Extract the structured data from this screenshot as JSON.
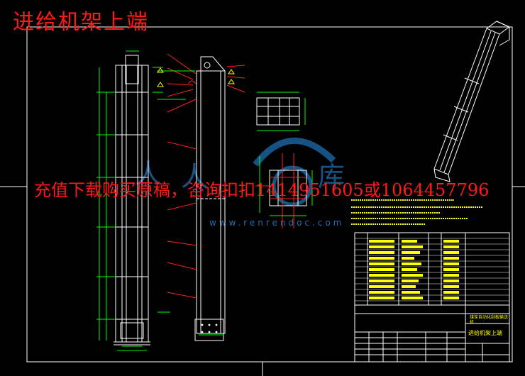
{
  "sheet": {
    "title": "进给机架上端",
    "watermark": "充值下载购买原稿，咨询扣扣1414951605或1064457796",
    "logo_text": "www.renrendoc.com"
  },
  "title_block": {
    "drawing_name": "进给机架上端",
    "project": "煤炭自动化刮板输送机"
  },
  "colors": {
    "background": "#000000",
    "frame": "#ffffff",
    "geometry": "#ffffff",
    "dimension": "#00ff00",
    "leader": "#ff2020",
    "text": "#ffff00",
    "watermark": "#ff1a1a",
    "logo": "#1e6fb0"
  }
}
